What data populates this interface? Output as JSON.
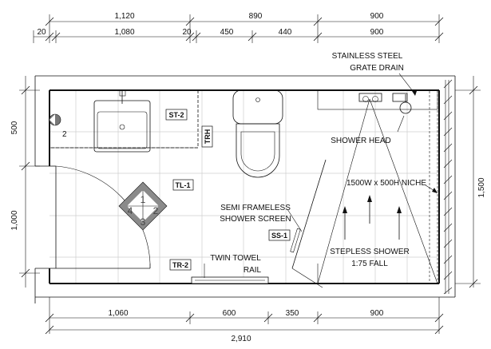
{
  "dimensions": {
    "top_row1": [
      "1,120",
      "890",
      "900"
    ],
    "top_row2": [
      "20",
      "1,080",
      "20",
      "450",
      "440",
      "900"
    ],
    "bottom_row1": [
      "1,060",
      "600",
      "350",
      "900"
    ],
    "bottom_total": "2,910",
    "left": [
      "500",
      "1,000"
    ],
    "right": "1,500"
  },
  "labels": {
    "drain_line1": "STAINLESS STEEL",
    "drain_line2": "GRATE DRAIN",
    "shower_head": "SHOWER HEAD",
    "niche": "1500W x 500H NICHE",
    "screen_line1": "SEMI FRAMELESS",
    "screen_line2": "SHOWER SCREEN",
    "stepless_line1": "STEPLESS SHOWER",
    "stepless_line2": "1:75 FALL",
    "towel_line1": "TWIN TOWEL",
    "towel_line2": "RAIL"
  },
  "tags": {
    "st2": "ST-2",
    "tl1": "TL-1",
    "ss1": "SS-1",
    "tr2": "TR-2",
    "trh": "TRH"
  },
  "markers": {
    "elevation_left": "2",
    "diamond": [
      "1",
      "2",
      "3",
      "4"
    ]
  }
}
